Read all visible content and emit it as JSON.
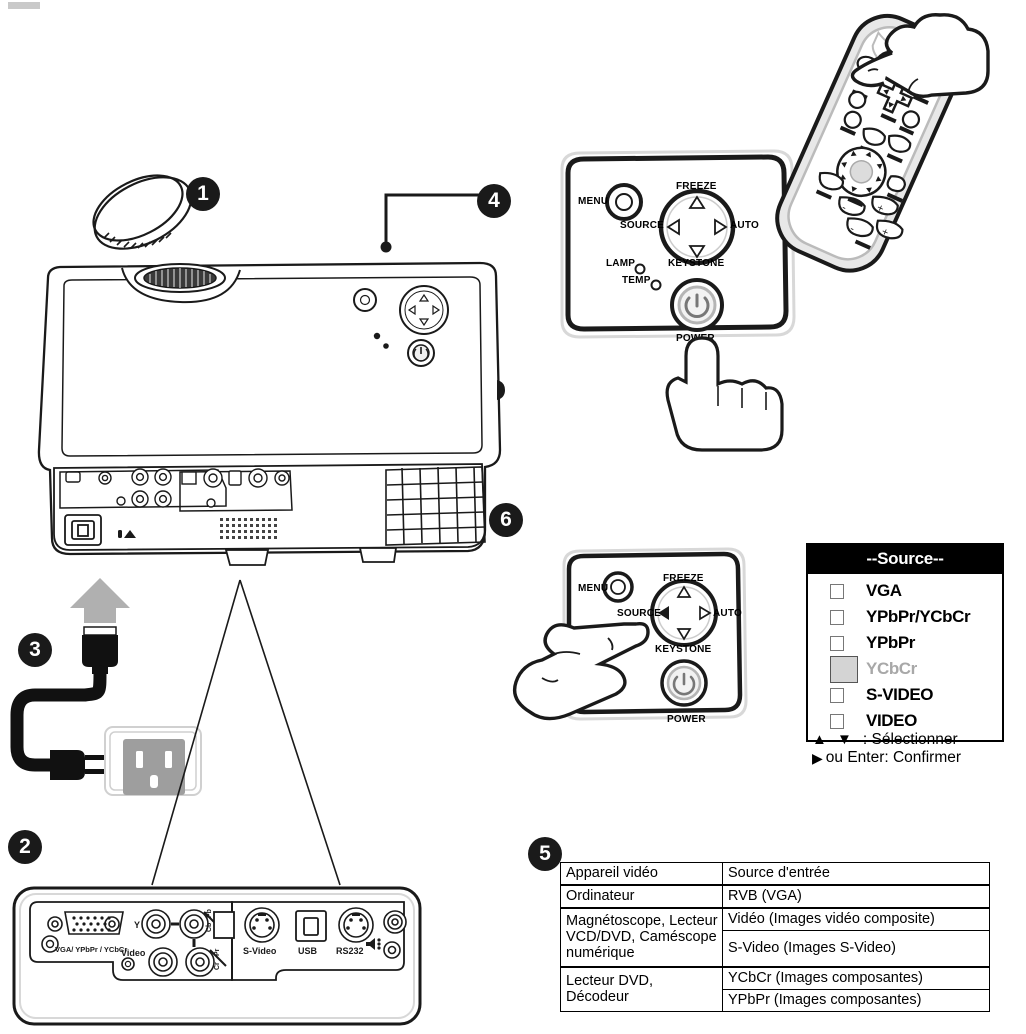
{
  "document": {
    "type": "projector-quick-start-diagram",
    "language": "fr"
  },
  "steps": [
    {
      "number": "1",
      "name": "remove-lens-cap"
    },
    {
      "number": "2",
      "name": "connect-signal-cables"
    },
    {
      "number": "3",
      "name": "connect-power-cord"
    },
    {
      "number": "4",
      "name": "press-power-button"
    },
    {
      "number": "5",
      "name": "source-reference-table"
    },
    {
      "number": "6",
      "name": "press-source-button"
    }
  ],
  "control_panel": {
    "menu": "MENU",
    "source": "SOURCE",
    "freeze": "FREEZE",
    "auto": "AUTO",
    "keystone": "KEYSTONE",
    "lamp": "LAMP",
    "temp": "TEMP",
    "power": "POWER",
    "up_arrow": "△",
    "down_arrow": "▽",
    "left_arrow": "◁",
    "right_arrow": "▷"
  },
  "io_panel": {
    "labels": {
      "vga": "VGA/ YPbPr / YCbCr",
      "y": "Y",
      "cb": "Cb",
      "pb": "Pb",
      "cr": "Cr",
      "pr": "Pr",
      "video": "Video",
      "svideo": "S-Video",
      "usb": "USB",
      "rs232": "RS232"
    }
  },
  "source_menu": {
    "title": "--Source--",
    "items": [
      {
        "label": "VGA",
        "selected": false
      },
      {
        "label": "YPbPr/YCbCr",
        "selected": false
      },
      {
        "label": "YPbPr",
        "selected": false
      },
      {
        "label": "YCbCr",
        "selected": true
      },
      {
        "label": "S-VIDEO",
        "selected": false
      },
      {
        "label": "VIDEO",
        "selected": false
      }
    ],
    "legend": {
      "select_keys": "▲ ▼",
      "select_text": ": Sélectionner",
      "confirm_key": "▶",
      "confirm_text": "ou Enter: Confirmer"
    },
    "selected_fg": "#a8a8a8",
    "selected_bg": "#d4d4d4"
  },
  "spec_table": {
    "headers": [
      "Appareil vidéo",
      "Source d'entrée"
    ],
    "rows": [
      {
        "device": "Ordinateur",
        "sources": [
          "RVB (VGA)"
        ]
      },
      {
        "device": "Magnétoscope, Lecteur VCD/DVD, Caméscope numérique",
        "sources": [
          "Vidéo (Images vidéo composite)",
          "S-Video (Images S-Video)"
        ]
      },
      {
        "device": "Lecteur DVD, Décodeur",
        "sources": [
          "YCbCr (Images composantes)",
          "YPbPr (Images composantes)"
        ]
      }
    ]
  },
  "colors": {
    "badge_bg": "#1a1a1a",
    "badge_fg": "#ffffff",
    "line": "#000000",
    "device_gray": "#9a9a9a",
    "outlet_gray": "#a0a0a0"
  }
}
